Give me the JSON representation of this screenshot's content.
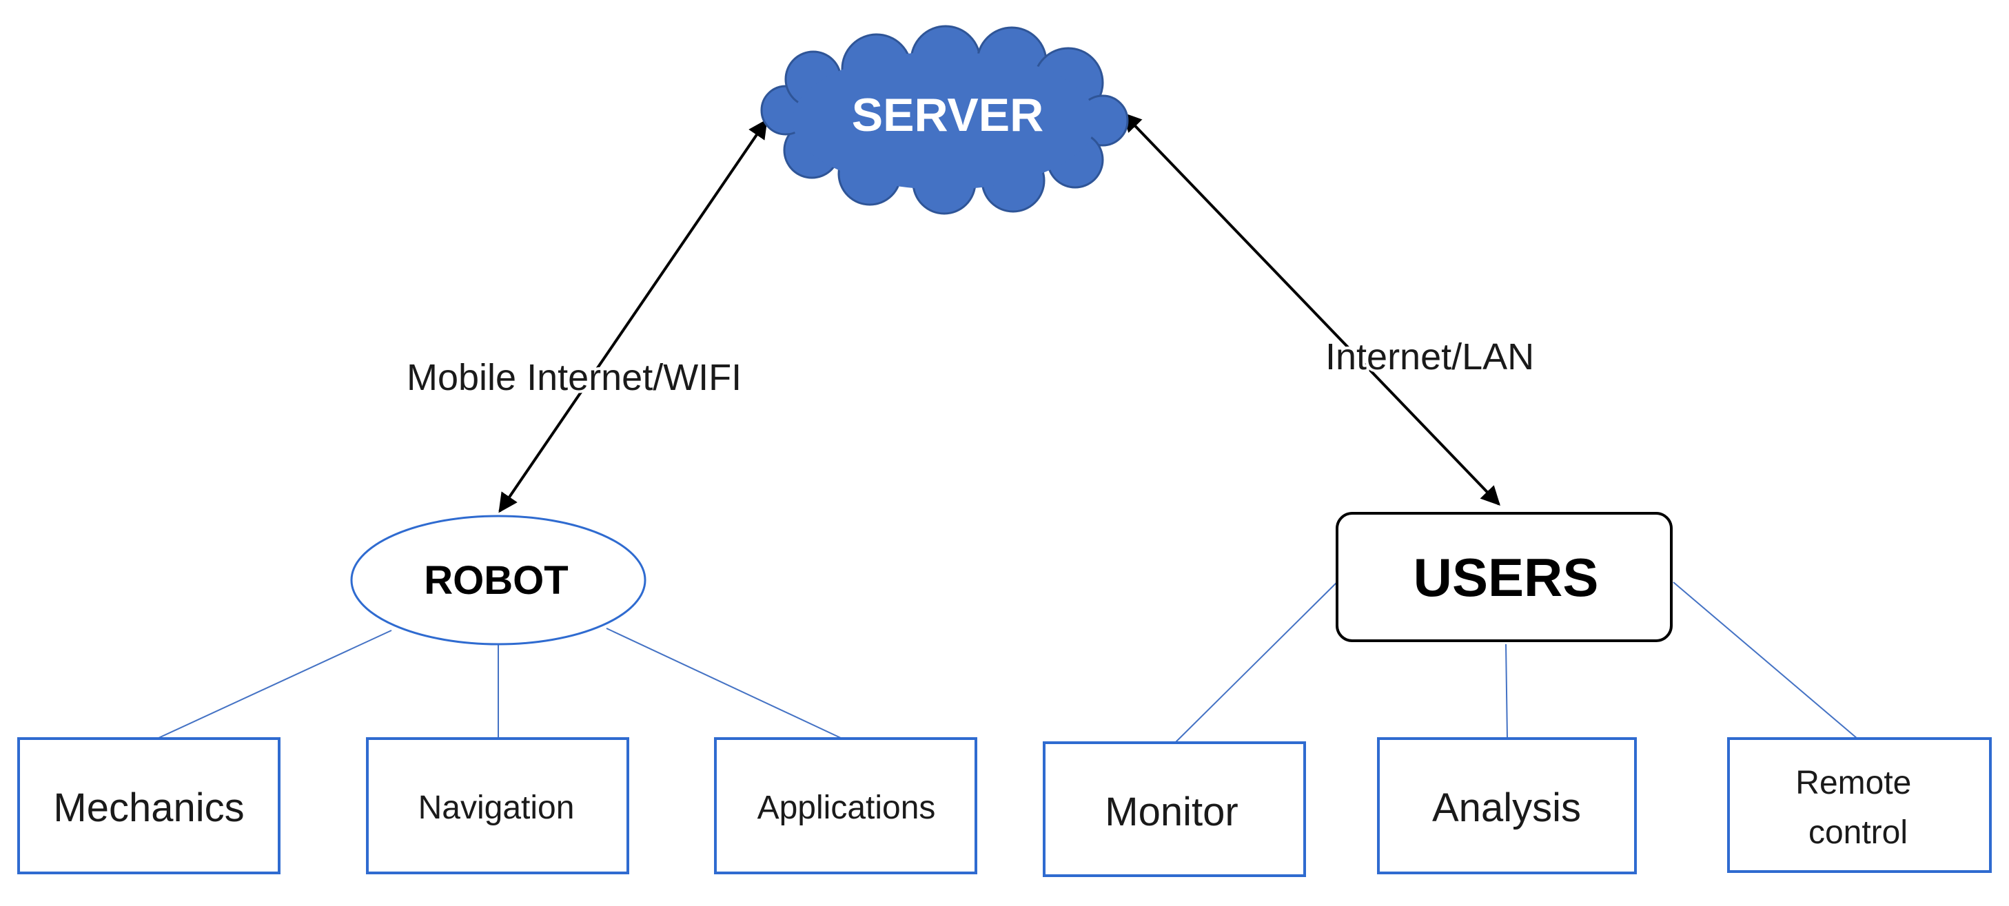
{
  "server": {
    "label": "SERVER"
  },
  "robot": {
    "label": "ROBOT"
  },
  "users": {
    "label": "USERS"
  },
  "connections": {
    "robot_server": "Mobile Internet/WIFI",
    "users_server": "Internet/LAN"
  },
  "robot_modules": [
    {
      "label": "Mechanics"
    },
    {
      "label": "Navigation"
    },
    {
      "label": "Applications"
    }
  ],
  "user_functions": [
    {
      "label": "Monitor"
    },
    {
      "label": "Analysis"
    },
    {
      "label": "Remote control",
      "lines": [
        "Remote",
        "control"
      ]
    }
  ],
  "colors": {
    "cloud_fill": "#4472C4",
    "cloud_stroke": "#2F5597",
    "box_border": "#2F6BD0",
    "link_line": "#4472C4",
    "arrow": "#000000",
    "text": "#1a1a1a"
  }
}
